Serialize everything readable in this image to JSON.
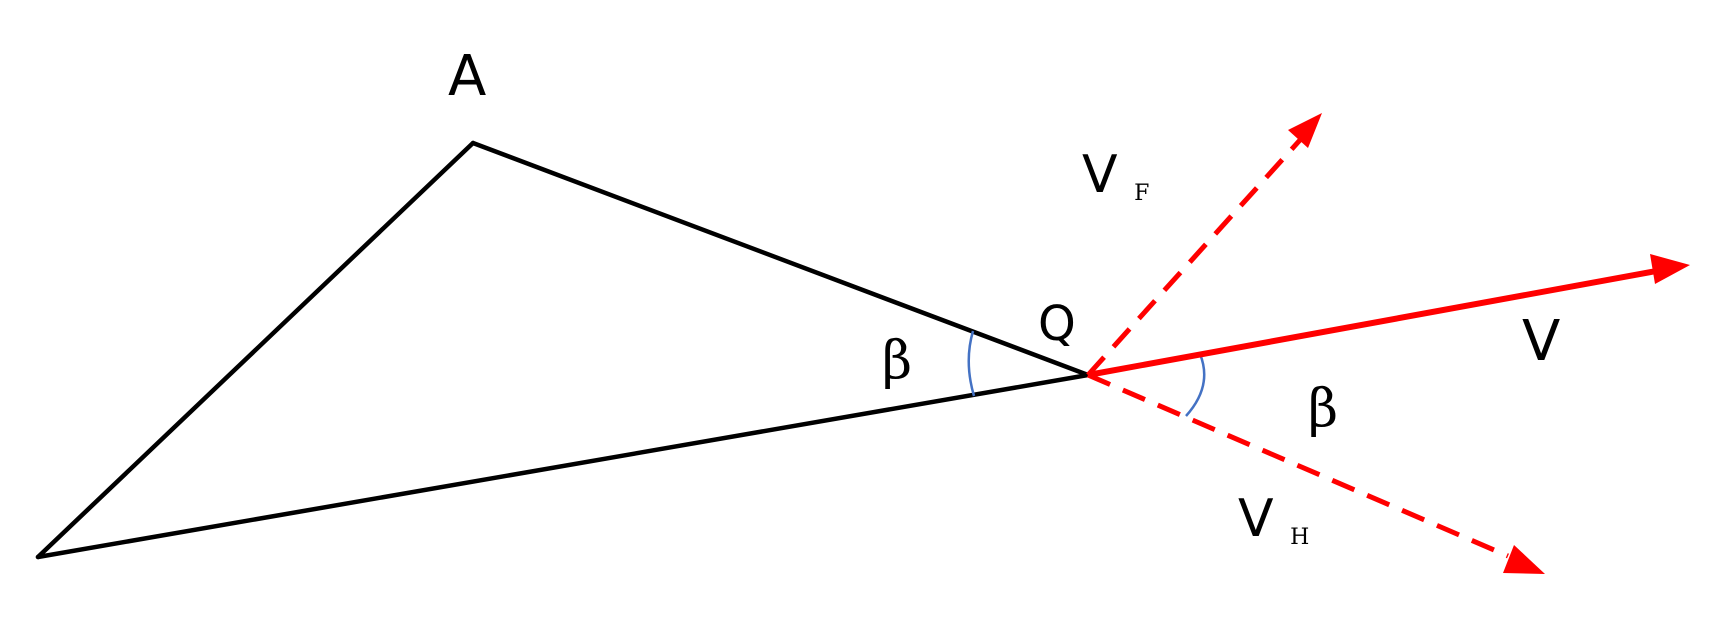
{
  "labels": {
    "vertex_a": "A",
    "vertex_q": "Q",
    "angle_left": "β",
    "angle_right": "β",
    "vector_v": "V",
    "vector_f_main": "V",
    "vector_f_sub": "F",
    "vector_h_main": "V",
    "vector_h_sub": "H"
  },
  "colors": {
    "triangle": "#000000",
    "vectors": "#ff0000",
    "angle_arcs": "#4472c4",
    "background": "#ffffff"
  }
}
